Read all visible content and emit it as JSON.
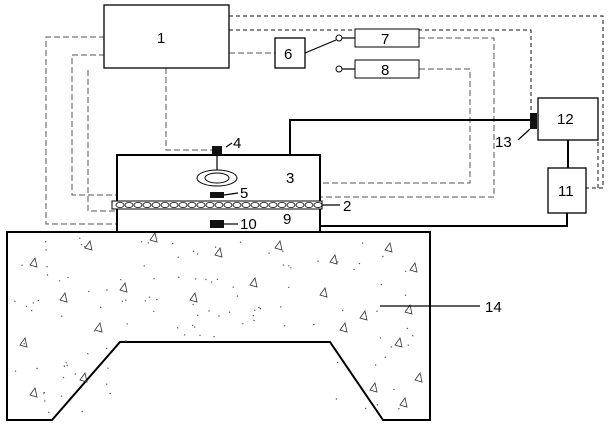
{
  "labels": {
    "n1": "1",
    "n2": "2",
    "n3": "3",
    "n4": "4",
    "n5": "5",
    "n6": "6",
    "n7": "7",
    "n8": "8",
    "n9": "9",
    "n10": "10",
    "n11": "11",
    "n12": "12",
    "n13": "13",
    "n14": "14"
  },
  "colors": {
    "line": "#000000",
    "dashed": "#555555",
    "background": "#ffffff"
  }
}
